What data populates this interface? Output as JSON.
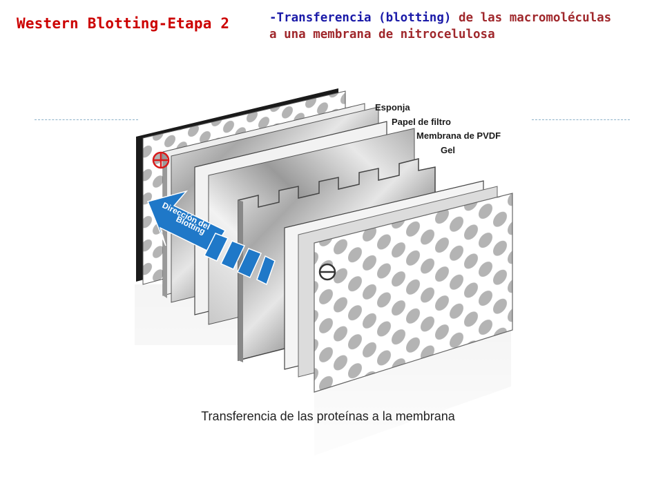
{
  "slide": {
    "title": "Western Blotting-Etapa 2",
    "subtitle": {
      "dash": "-",
      "highlight": "Transferencia (blotting)",
      "rest_line1": " de las macromoléculas",
      "line2": "a una membrana de nitrocelulosa"
    },
    "caption": "Transferencia de las proteínas a la membrana"
  },
  "diagram": {
    "layer_labels": [
      "Esponja",
      "Papel de filtro",
      "Membrana de PVDF",
      "Gel"
    ],
    "arrow_label": [
      "Dirección del",
      "Blotting"
    ],
    "electrodes": {
      "positive": "⊕",
      "negative": "⊖"
    }
  },
  "colors": {
    "title": "#cc0000",
    "subtitle_highlight": "#1a1aa8",
    "subtitle_text": "#a0282c",
    "arrow": "#1f78c8",
    "positive_electrode": "#d81b1b",
    "negative_electrode": "#333333"
  }
}
